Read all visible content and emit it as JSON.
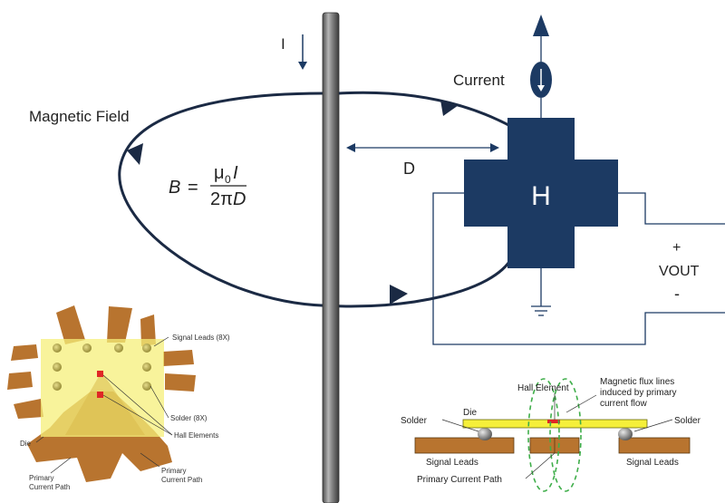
{
  "main": {
    "current_label": "I",
    "source_label": "Current",
    "field_label": "Magnetic Field",
    "distance_label": "D",
    "sensor_label": "H",
    "vout_plus": "+",
    "vout_label": "VOUT",
    "vout_minus": "-",
    "formula": {
      "lhs": "B",
      "eq": "=",
      "mu": "μ",
      "sub0": "0",
      "num_var": "I",
      "den_prefix": "2π",
      "den_var": "D"
    }
  },
  "package": {
    "signal_leads": "Signal Leads (8X)",
    "solder": "Solder (8X)",
    "hall_elements": "Hall Elements",
    "die": "Die",
    "primary_line1": "Primary",
    "primary_line2": "Current Path"
  },
  "cross_section": {
    "hall_element": "Hall Element",
    "flux_line1": "Magnetic flux lines",
    "flux_line2": "induced by primary",
    "flux_line3": "current flow",
    "die": "Die",
    "solder_left": "Solder",
    "solder_right": "Solder",
    "signal_left": "Signal Leads",
    "signal_right": "Signal Leads",
    "primary": "Primary Current Path"
  },
  "colors": {
    "navy": "#1c3a63",
    "conductor": "#7f7f7f",
    "copper": "#b8742f",
    "die": "#f5ef7a",
    "hall": "#e02626",
    "flux": "#3fae4a"
  }
}
